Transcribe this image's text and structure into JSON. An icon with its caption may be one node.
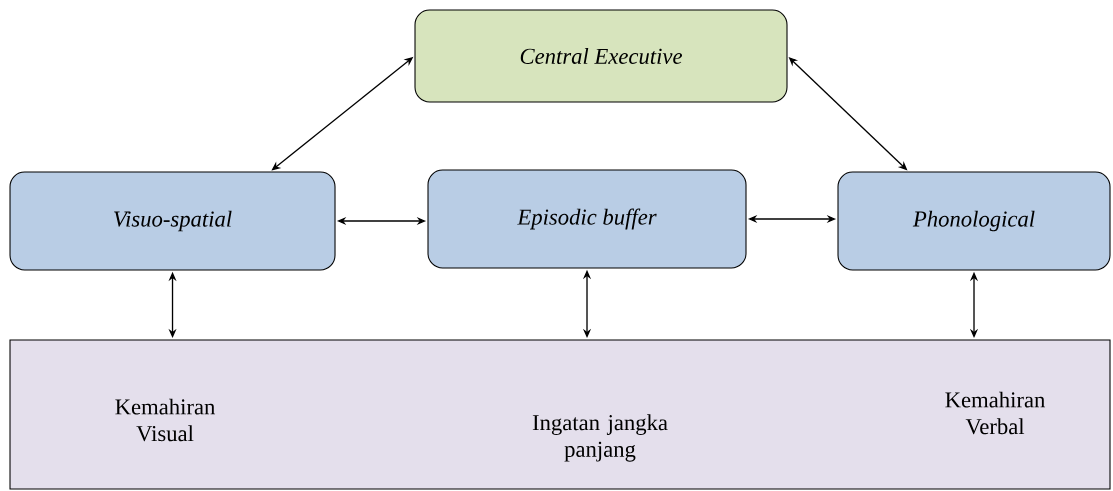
{
  "diagram": {
    "nodes": [
      {
        "text": [
          "Central Executive"
        ]
      },
      {
        "text": [
          "Visuo-spatial"
        ]
      },
      {
        "text": [
          "Episodic buffer"
        ]
      },
      {
        "text": [
          "Phonological"
        ]
      },
      {
        "text": [
          "Kemahiran Visual",
          "Ingatan jangka panjang",
          "Kemahiran Verbal"
        ]
      }
    ],
    "edges": [
      {
        "from": 0,
        "to": 1,
        "arrow": "both"
      },
      {
        "from": 0,
        "to": 3,
        "arrow": "both"
      },
      {
        "from": 1,
        "to": 2,
        "arrow": "both"
      },
      {
        "from": 2,
        "to": 3,
        "arrow": "both"
      },
      {
        "from": 1,
        "to": 4,
        "arrow": "both"
      },
      {
        "from": 2,
        "to": 4,
        "arrow": "both"
      },
      {
        "from": 3,
        "to": 4,
        "arrow": "both"
      }
    ]
  }
}
